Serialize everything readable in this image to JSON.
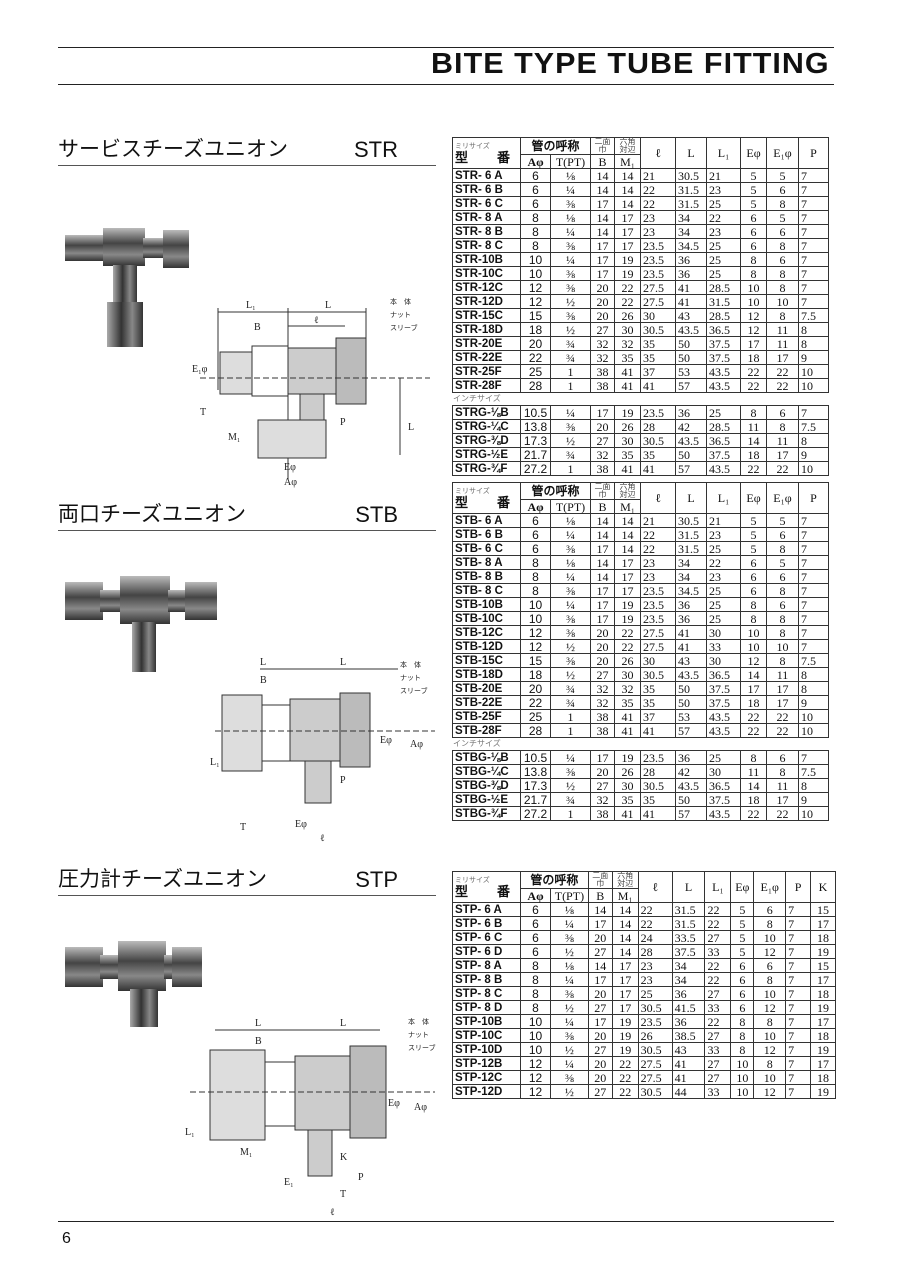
{
  "header": {
    "title": "BITE TYPE TUBE FITTING"
  },
  "page_number": "6",
  "common": {
    "mm_size": "ミリサイズ",
    "inch_size": "インチサイズ",
    "type_no": "型　番",
    "nominal": "管の呼称",
    "a_phi": "Aφ",
    "t_pt": "T(PT)",
    "two_face": "二面巾",
    "hex": "六角対辺",
    "B": "B",
    "M1": "M₁",
    "cols": [
      "ℓ",
      "L",
      "L₁",
      "Eφ",
      "E₁φ",
      "P",
      "K"
    ]
  },
  "sections": [
    {
      "title": "サービスチーズユニオン",
      "code": "STR",
      "diagram": {
        "L1": "L₁",
        "L": "L",
        "l": "ℓ",
        "B": "B",
        "T": "T",
        "M1": "M₁",
        "E1": "E₁φ",
        "E": "Eφ",
        "A": "Aφ",
        "P": "P",
        "body": "本　体",
        "nut": "ナット",
        "sleeve": "スリーブ"
      },
      "mm_rows": [
        [
          "STR- 6 A",
          "6",
          "⅛",
          "14",
          "14",
          "21",
          "30.5",
          "21",
          "5",
          "5",
          "7"
        ],
        [
          "STR- 6 B",
          "6",
          "¼",
          "14",
          "14",
          "22",
          "31.5",
          "23",
          "5",
          "6",
          "7"
        ],
        [
          "STR- 6 C",
          "6",
          "⅜",
          "17",
          "14",
          "22",
          "31.5",
          "25",
          "5",
          "8",
          "7"
        ],
        [
          "STR- 8 A",
          "8",
          "⅛",
          "14",
          "17",
          "23",
          "34",
          "22",
          "6",
          "5",
          "7"
        ],
        [
          "STR- 8 B",
          "8",
          "¼",
          "14",
          "17",
          "23",
          "34",
          "23",
          "6",
          "6",
          "7"
        ],
        [
          "STR- 8 C",
          "8",
          "⅜",
          "17",
          "17",
          "23.5",
          "34.5",
          "25",
          "6",
          "8",
          "7"
        ],
        [
          "STR-10B",
          "10",
          "¼",
          "17",
          "19",
          "23.5",
          "36",
          "25",
          "8",
          "6",
          "7"
        ],
        [
          "STR-10C",
          "10",
          "⅜",
          "17",
          "19",
          "23.5",
          "36",
          "25",
          "8",
          "8",
          "7"
        ],
        [
          "STR-12C",
          "12",
          "⅜",
          "20",
          "22",
          "27.5",
          "41",
          "28.5",
          "10",
          "8",
          "7"
        ],
        [
          "STR-12D",
          "12",
          "½",
          "20",
          "22",
          "27.5",
          "41",
          "31.5",
          "10",
          "10",
          "7"
        ],
        [
          "STR-15C",
          "15",
          "⅜",
          "20",
          "26",
          "30",
          "43",
          "28.5",
          "12",
          "8",
          "7.5"
        ],
        [
          "STR-18D",
          "18",
          "½",
          "27",
          "30",
          "30.5",
          "43.5",
          "36.5",
          "12",
          "11",
          "8"
        ],
        [
          "STR-20E",
          "20",
          "¾",
          "32",
          "32",
          "35",
          "50",
          "37.5",
          "17",
          "11",
          "8"
        ],
        [
          "STR-22E",
          "22",
          "¾",
          "32",
          "35",
          "35",
          "50",
          "37.5",
          "18",
          "17",
          "9"
        ],
        [
          "STR-25F",
          "25",
          "1",
          "38",
          "41",
          "37",
          "53",
          "43.5",
          "22",
          "22",
          "10"
        ],
        [
          "STR-28F",
          "28",
          "1",
          "38",
          "41",
          "41",
          "57",
          "43.5",
          "22",
          "22",
          "10"
        ]
      ],
      "inch_rows": [
        [
          "STRG-⅛B",
          "10.5",
          "¼",
          "17",
          "19",
          "23.5",
          "36",
          "25",
          "8",
          "6",
          "7"
        ],
        [
          "STRG-¼C",
          "13.8",
          "⅜",
          "20",
          "26",
          "28",
          "42",
          "28.5",
          "11",
          "8",
          "7.5"
        ],
        [
          "STRG-⅜D",
          "17.3",
          "½",
          "27",
          "30",
          "30.5",
          "43.5",
          "36.5",
          "14",
          "11",
          "8"
        ],
        [
          "STRG-½E",
          "21.7",
          "¾",
          "32",
          "35",
          "35",
          "50",
          "37.5",
          "18",
          "17",
          "9"
        ],
        [
          "STRG-¾F",
          "27.2",
          "1",
          "38",
          "41",
          "41",
          "57",
          "43.5",
          "22",
          "22",
          "10"
        ]
      ]
    },
    {
      "title": "両口チーズユニオン",
      "code": "STB",
      "diagram": {
        "L1": "L₁",
        "L": "L",
        "l": "ℓ",
        "B": "B",
        "T": "T",
        "E": "Eφ",
        "A": "Aφ",
        "P": "P",
        "body": "本　体",
        "nut": "ナット",
        "sleeve": "スリーブ"
      },
      "mm_rows": [
        [
          "STB- 6 A",
          "6",
          "⅛",
          "14",
          "14",
          "21",
          "30.5",
          "21",
          "5",
          "5",
          "7"
        ],
        [
          "STB- 6 B",
          "6",
          "¼",
          "14",
          "14",
          "22",
          "31.5",
          "23",
          "5",
          "6",
          "7"
        ],
        [
          "STB- 6 C",
          "6",
          "⅜",
          "17",
          "14",
          "22",
          "31.5",
          "25",
          "5",
          "8",
          "7"
        ],
        [
          "STB- 8 A",
          "8",
          "⅛",
          "14",
          "17",
          "23",
          "34",
          "22",
          "6",
          "5",
          "7"
        ],
        [
          "STB- 8 B",
          "8",
          "¼",
          "14",
          "17",
          "23",
          "34",
          "23",
          "6",
          "6",
          "7"
        ],
        [
          "STB- 8 C",
          "8",
          "⅜",
          "17",
          "17",
          "23.5",
          "34.5",
          "25",
          "6",
          "8",
          "7"
        ],
        [
          "STB-10B",
          "10",
          "¼",
          "17",
          "19",
          "23.5",
          "36",
          "25",
          "8",
          "6",
          "7"
        ],
        [
          "STB-10C",
          "10",
          "⅜",
          "17",
          "19",
          "23.5",
          "36",
          "25",
          "8",
          "8",
          "7"
        ],
        [
          "STB-12C",
          "12",
          "⅜",
          "20",
          "22",
          "27.5",
          "41",
          "30",
          "10",
          "8",
          "7"
        ],
        [
          "STB-12D",
          "12",
          "½",
          "20",
          "22",
          "27.5",
          "41",
          "33",
          "10",
          "10",
          "7"
        ],
        [
          "STB-15C",
          "15",
          "⅜",
          "20",
          "26",
          "30",
          "43",
          "30",
          "12",
          "8",
          "7.5"
        ],
        [
          "STB-18D",
          "18",
          "½",
          "27",
          "30",
          "30.5",
          "43.5",
          "36.5",
          "14",
          "11",
          "8"
        ],
        [
          "STB-20E",
          "20",
          "¾",
          "32",
          "32",
          "35",
          "50",
          "37.5",
          "17",
          "17",
          "8"
        ],
        [
          "STB-22E",
          "22",
          "¾",
          "32",
          "35",
          "35",
          "50",
          "37.5",
          "18",
          "17",
          "9"
        ],
        [
          "STB-25F",
          "25",
          "1",
          "38",
          "41",
          "37",
          "53",
          "43.5",
          "22",
          "22",
          "10"
        ],
        [
          "STB-28F",
          "28",
          "1",
          "38",
          "41",
          "41",
          "57",
          "43.5",
          "22",
          "22",
          "10"
        ]
      ],
      "inch_rows": [
        [
          "STBG-⅛B",
          "10.5",
          "¼",
          "17",
          "19",
          "23.5",
          "36",
          "25",
          "8",
          "6",
          "7"
        ],
        [
          "STBG-¼C",
          "13.8",
          "⅜",
          "20",
          "26",
          "28",
          "42",
          "30",
          "11",
          "8",
          "7.5"
        ],
        [
          "STBG-⅜D",
          "17.3",
          "½",
          "27",
          "30",
          "30.5",
          "43.5",
          "36.5",
          "14",
          "11",
          "8"
        ],
        [
          "STBG-½E",
          "21.7",
          "¾",
          "32",
          "35",
          "35",
          "50",
          "37.5",
          "18",
          "17",
          "9"
        ],
        [
          "STBG-¾F",
          "27.2",
          "1",
          "38",
          "41",
          "41",
          "57",
          "43.5",
          "22",
          "22",
          "10"
        ]
      ]
    },
    {
      "title": "圧力計チーズユニオン",
      "code": "STP",
      "diagram": {
        "L1": "L₁",
        "L": "L",
        "l": "ℓ",
        "B": "B",
        "T": "T",
        "M1": "M₁",
        "E1": "E₁",
        "E": "Eφ",
        "A": "Aφ",
        "P": "P",
        "K": "K",
        "body": "本　体",
        "nut": "ナット",
        "sleeve": "スリーブ"
      },
      "mm_rows": [
        [
          "STP- 6 A",
          "6",
          "⅛",
          "14",
          "14",
          "22",
          "31.5",
          "22",
          "5",
          "6",
          "7",
          "15"
        ],
        [
          "STP- 6 B",
          "6",
          "¼",
          "17",
          "14",
          "22",
          "31.5",
          "22",
          "5",
          "8",
          "7",
          "17"
        ],
        [
          "STP- 6 C",
          "6",
          "⅜",
          "20",
          "14",
          "24",
          "33.5",
          "27",
          "5",
          "10",
          "7",
          "18"
        ],
        [
          "STP- 6 D",
          "6",
          "½",
          "27",
          "14",
          "28",
          "37.5",
          "33",
          "5",
          "12",
          "7",
          "19"
        ],
        [
          "STP- 8 A",
          "8",
          "⅛",
          "14",
          "17",
          "23",
          "34",
          "22",
          "6",
          "6",
          "7",
          "15"
        ],
        [
          "STP- 8 B",
          "8",
          "¼",
          "17",
          "17",
          "23",
          "34",
          "22",
          "6",
          "8",
          "7",
          "17"
        ],
        [
          "STP- 8 C",
          "8",
          "⅜",
          "20",
          "17",
          "25",
          "36",
          "27",
          "6",
          "10",
          "7",
          "18"
        ],
        [
          "STP- 8 D",
          "8",
          "½",
          "27",
          "17",
          "30.5",
          "41.5",
          "33",
          "6",
          "12",
          "7",
          "19"
        ],
        [
          "STP-10B",
          "10",
          "¼",
          "17",
          "19",
          "23.5",
          "36",
          "22",
          "8",
          "8",
          "7",
          "17"
        ],
        [
          "STP-10C",
          "10",
          "⅜",
          "20",
          "19",
          "26",
          "38.5",
          "27",
          "8",
          "10",
          "7",
          "18"
        ],
        [
          "STP-10D",
          "10",
          "½",
          "27",
          "19",
          "30.5",
          "43",
          "33",
          "8",
          "12",
          "7",
          "19"
        ],
        [
          "STP-12B",
          "12",
          "¼",
          "20",
          "22",
          "27.5",
          "41",
          "27",
          "10",
          "8",
          "7",
          "17"
        ],
        [
          "STP-12C",
          "12",
          "⅜",
          "20",
          "22",
          "27.5",
          "41",
          "27",
          "10",
          "10",
          "7",
          "18"
        ],
        [
          "STP-12D",
          "12",
          "½",
          "27",
          "22",
          "30.5",
          "44",
          "33",
          "10",
          "12",
          "7",
          "19"
        ]
      ]
    }
  ]
}
